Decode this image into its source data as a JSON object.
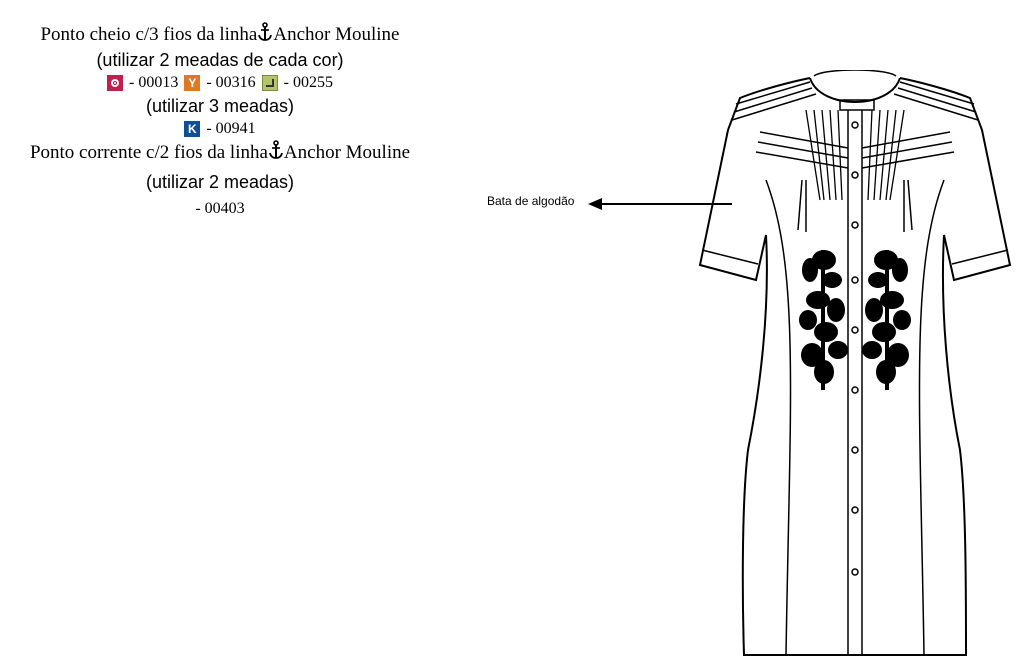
{
  "legend": {
    "line1": {
      "before": "Ponto cheio c/3 fios da linha",
      "after": "Anchor Mouline"
    },
    "line2": "(utilizar 2 meadas de cada cor)",
    "codes_row1": [
      {
        "icon": "circle-dot-icon",
        "color": "#c21f4e",
        "code": "- 00013"
      },
      {
        "icon": "letter-y-icon",
        "letter": "Y",
        "color": "#e0781f",
        "code": "- 00316"
      },
      {
        "icon": "corner-bracket-icon",
        "color": "#b2c36a",
        "code": "- 00255"
      }
    ],
    "line3": "(utilizar 3 meadas)",
    "codes_row2": [
      {
        "icon": "letter-k-icon",
        "letter": "K",
        "color": "#0f4f93",
        "code": "- 00941"
      }
    ],
    "line4": {
      "before": "Ponto corrente c/2 fios da linha",
      "after": "Anchor Mouline"
    },
    "line5": "(utilizar 2 meadas)",
    "line6": "- 00403"
  },
  "garment_label": "Bata de algodão"
}
